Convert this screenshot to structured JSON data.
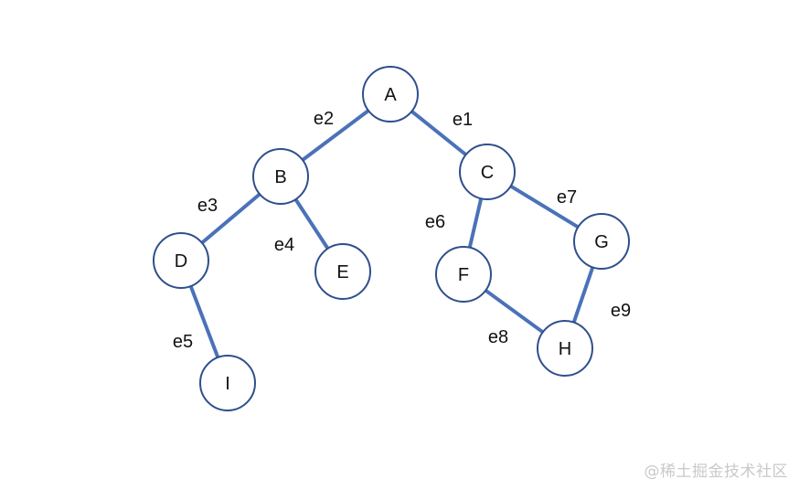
{
  "diagram": {
    "nodes": [
      {
        "id": "A",
        "label": "A"
      },
      {
        "id": "B",
        "label": "B"
      },
      {
        "id": "C",
        "label": "C"
      },
      {
        "id": "D",
        "label": "D"
      },
      {
        "id": "E",
        "label": "E"
      },
      {
        "id": "F",
        "label": "F"
      },
      {
        "id": "G",
        "label": "G"
      },
      {
        "id": "H",
        "label": "H"
      },
      {
        "id": "I",
        "label": "I"
      }
    ],
    "edges": [
      {
        "label": "e1",
        "from": "A",
        "to": "C"
      },
      {
        "label": "e2",
        "from": "A",
        "to": "B"
      },
      {
        "label": "e3",
        "from": "B",
        "to": "D"
      },
      {
        "label": "e4",
        "from": "B",
        "to": "E"
      },
      {
        "label": "e5",
        "from": "D",
        "to": "I"
      },
      {
        "label": "e6",
        "from": "C",
        "to": "F"
      },
      {
        "label": "e7",
        "from": "C",
        "to": "G"
      },
      {
        "label": "e8",
        "from": "F",
        "to": "H"
      },
      {
        "label": "e9",
        "from": "G",
        "to": "H"
      }
    ],
    "colors": {
      "edge": "#4a72b8",
      "node_stroke": "#2f4f8c",
      "node_fill": "#ffffff"
    }
  },
  "watermark": "@稀土掘金技术社区"
}
